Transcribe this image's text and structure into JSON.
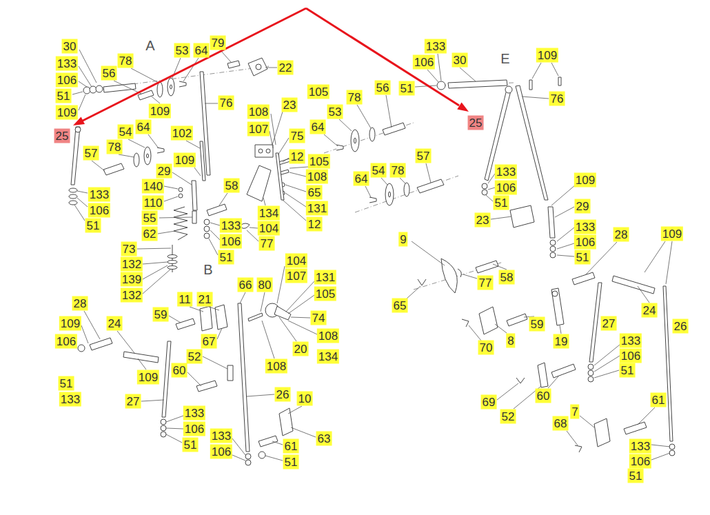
{
  "diagram": {
    "labels": [
      "A",
      "30",
      "133",
      "106",
      "51",
      "109",
      "25",
      "56",
      "78",
      "53",
      "64",
      "79",
      "22",
      "109",
      "76",
      "54",
      "64",
      "102",
      "57",
      "78",
      "29",
      "109",
      "108",
      "107",
      "23",
      "105",
      "75",
      "12",
      "105",
      "108",
      "65",
      "131",
      "12",
      "134",
      "104",
      "77",
      "58",
      "133",
      "106",
      "51",
      "140",
      "110",
      "55",
      "62",
      "133",
      "106",
      "51",
      "73",
      "132",
      "139",
      "132",
      "78",
      "56",
      "53",
      "64",
      "B",
      "104",
      "107",
      "131",
      "105",
      "74",
      "108",
      "134",
      "20",
      "108",
      "66",
      "80",
      "28",
      "109",
      "24",
      "106",
      "109",
      "51",
      "133",
      "27",
      "59",
      "11",
      "21",
      "67",
      "52",
      "60",
      "26",
      "10",
      "63",
      "133",
      "106",
      "51",
      "133",
      "106",
      "61",
      "51",
      "57",
      "54",
      "78",
      "64",
      "9",
      "77",
      "58",
      "65",
      "70",
      "8",
      "59",
      "19",
      "E",
      "133",
      "106",
      "30",
      "51",
      "109",
      "76",
      "25",
      "133",
      "106",
      "51",
      "23",
      "109",
      "29",
      "133",
      "106",
      "51",
      "28",
      "109",
      "24",
      "27",
      "26",
      "133",
      "106",
      "51",
      "60",
      "69",
      "52",
      "68",
      "7",
      "61",
      "133",
      "106",
      "51"
    ]
  }
}
